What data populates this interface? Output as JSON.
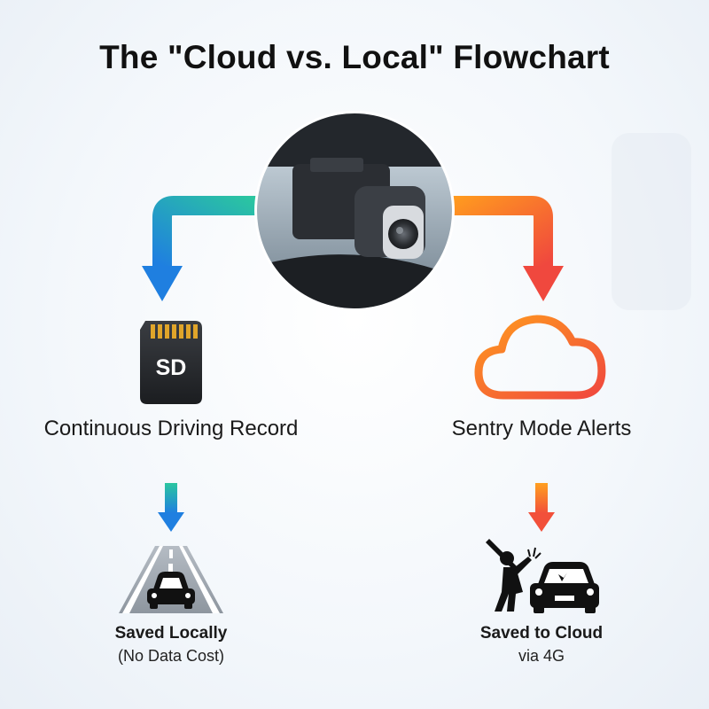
{
  "title": "The \"Cloud vs. Local\" Flowchart",
  "colors": {
    "local_start": "#2bc6a0",
    "local_end": "#1f7fe0",
    "cloud_start": "#ff9a1f",
    "cloud_end": "#f0483e"
  },
  "center": {
    "icon": "dashcam-photo"
  },
  "local": {
    "icon": "sd-card-icon",
    "sd_text": "SD",
    "label": "Continuous Driving Record",
    "result_icon": "road-car-icon",
    "result_title": "Saved Locally",
    "result_sub": "(No Data Cost)"
  },
  "cloud": {
    "icon": "cloud-icon",
    "label": "Sentry Mode Alerts",
    "result_icon": "vandal-car-icon",
    "result_title": "Saved to Cloud",
    "result_sub": "via 4G"
  }
}
